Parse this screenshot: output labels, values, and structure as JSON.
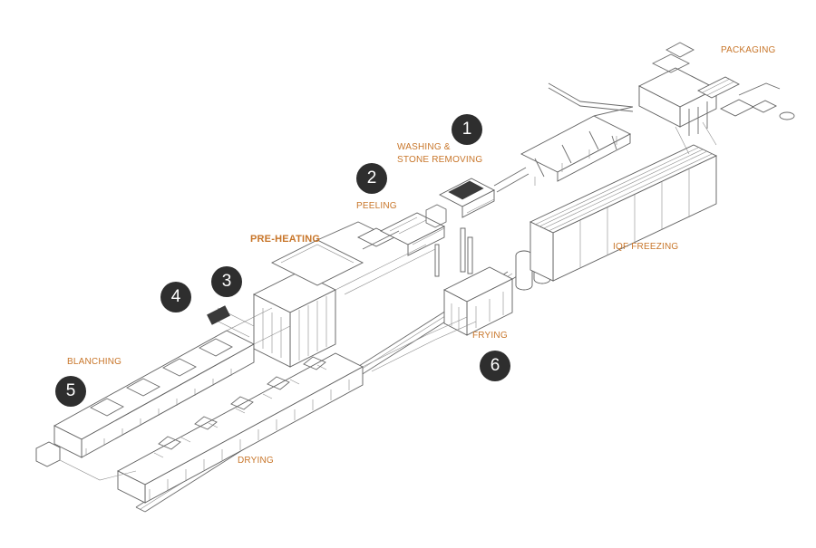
{
  "labels": {
    "packaging": "PACKAGING",
    "washing_line1": "WASHING &",
    "washing_line2": "STONE REMOVING",
    "peeling": "PEELING",
    "pre_heating": "PRE-HEATING",
    "iqf_freezing": "IQF FREEZING",
    "blanching": "BLANCHING",
    "frying": "FRYING",
    "drying": "DRYING"
  },
  "steps": {
    "s1": "1",
    "s2": "2",
    "s3": "3",
    "s4": "4",
    "s5": "5",
    "s6": "6"
  },
  "colors": {
    "label": "#c8762a",
    "step_fill": "#2e2e2e",
    "step_text": "#ffffff",
    "line_art": "#6b6b6b"
  }
}
